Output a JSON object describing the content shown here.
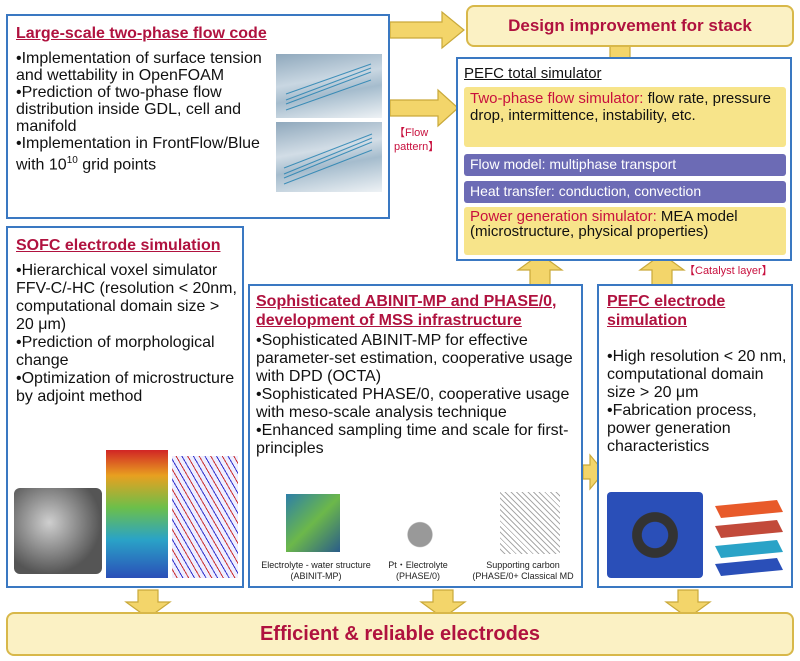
{
  "top_banner": {
    "label": "Design improvement for stack"
  },
  "bottom_banner": {
    "label": "Efficient & reliable electrodes"
  },
  "flow_code": {
    "title": "Large-scale two-phase flow code",
    "b1": "•Implementation of surface tension and wettability in OpenFOAM",
    "b2": "•Prediction of two-phase flow distribution inside GDL, cell and manifold",
    "b3_pre": "•Implementation in FrontFlow/Blue with 10",
    "b3_sup": "10",
    "b3_post": " grid points"
  },
  "flow_pattern": {
    "l1": "【Flow",
    "l2": "pattern】"
  },
  "pefc_total": {
    "title": "PEFC total simulator",
    "two_phase_label": "Two-phase flow simulator:",
    "two_phase_text": " flow rate, pressure drop, intermittence, instability, etc.",
    "flow_model": "Flow model: multiphase transport",
    "heat": "Heat transfer:  conduction, convection",
    "power_label": "Power generation simulator:",
    "power_text": " MEA model  (microstructure, physical properties)"
  },
  "catalyst": {
    "label": "【Catalyst layer】"
  },
  "sofc": {
    "title": "SOFC electrode simulation",
    "b1": "•Hierarchical voxel simulator FFV-C/-HC (resolution < 20nm, computational domain size > 20 μm)",
    "b2": "•Prediction of morphological change",
    "b3": "•Optimization of microstructure by adjoint method"
  },
  "abinit": {
    "title1": "Sophisticated ABINIT-MP and PHASE/0,",
    "title2": "development of MSS infrastructure",
    "b1": "•Sophisticated ABINIT-MP for effective parameter-set estimation, cooperative usage with DPD (OCTA)",
    "b2": "•Sophisticated PHASE/0, cooperative usage with meso-scale analysis technique",
    "b3": "•Enhanced sampling time and scale for first-principles",
    "cap1a": "Electrolyte - water structure",
    "cap1b": "(ABINIT-MP)",
    "cap2a": "Pt・Electrolyte",
    "cap2b": "(PHASE/0)",
    "cap3a": "Supporting carbon",
    "cap3b": "(PHASE/0+ Classical MD"
  },
  "pefc_electrode": {
    "title1": "PEFC electrode",
    "title2": "simulation",
    "b1": "•High resolution < 20 nm, computational domain size > 20 μm",
    "b2": "•Fabrication process, power generation characteristics"
  },
  "colors": {
    "box_border": "#3a78c2",
    "heading": "#b0123f",
    "arrow_fill": "#f3d56a",
    "arrow_stroke": "#c9a93a",
    "purple_bar": "#6c6bb5",
    "yellow_bar": "#f7e48a"
  }
}
